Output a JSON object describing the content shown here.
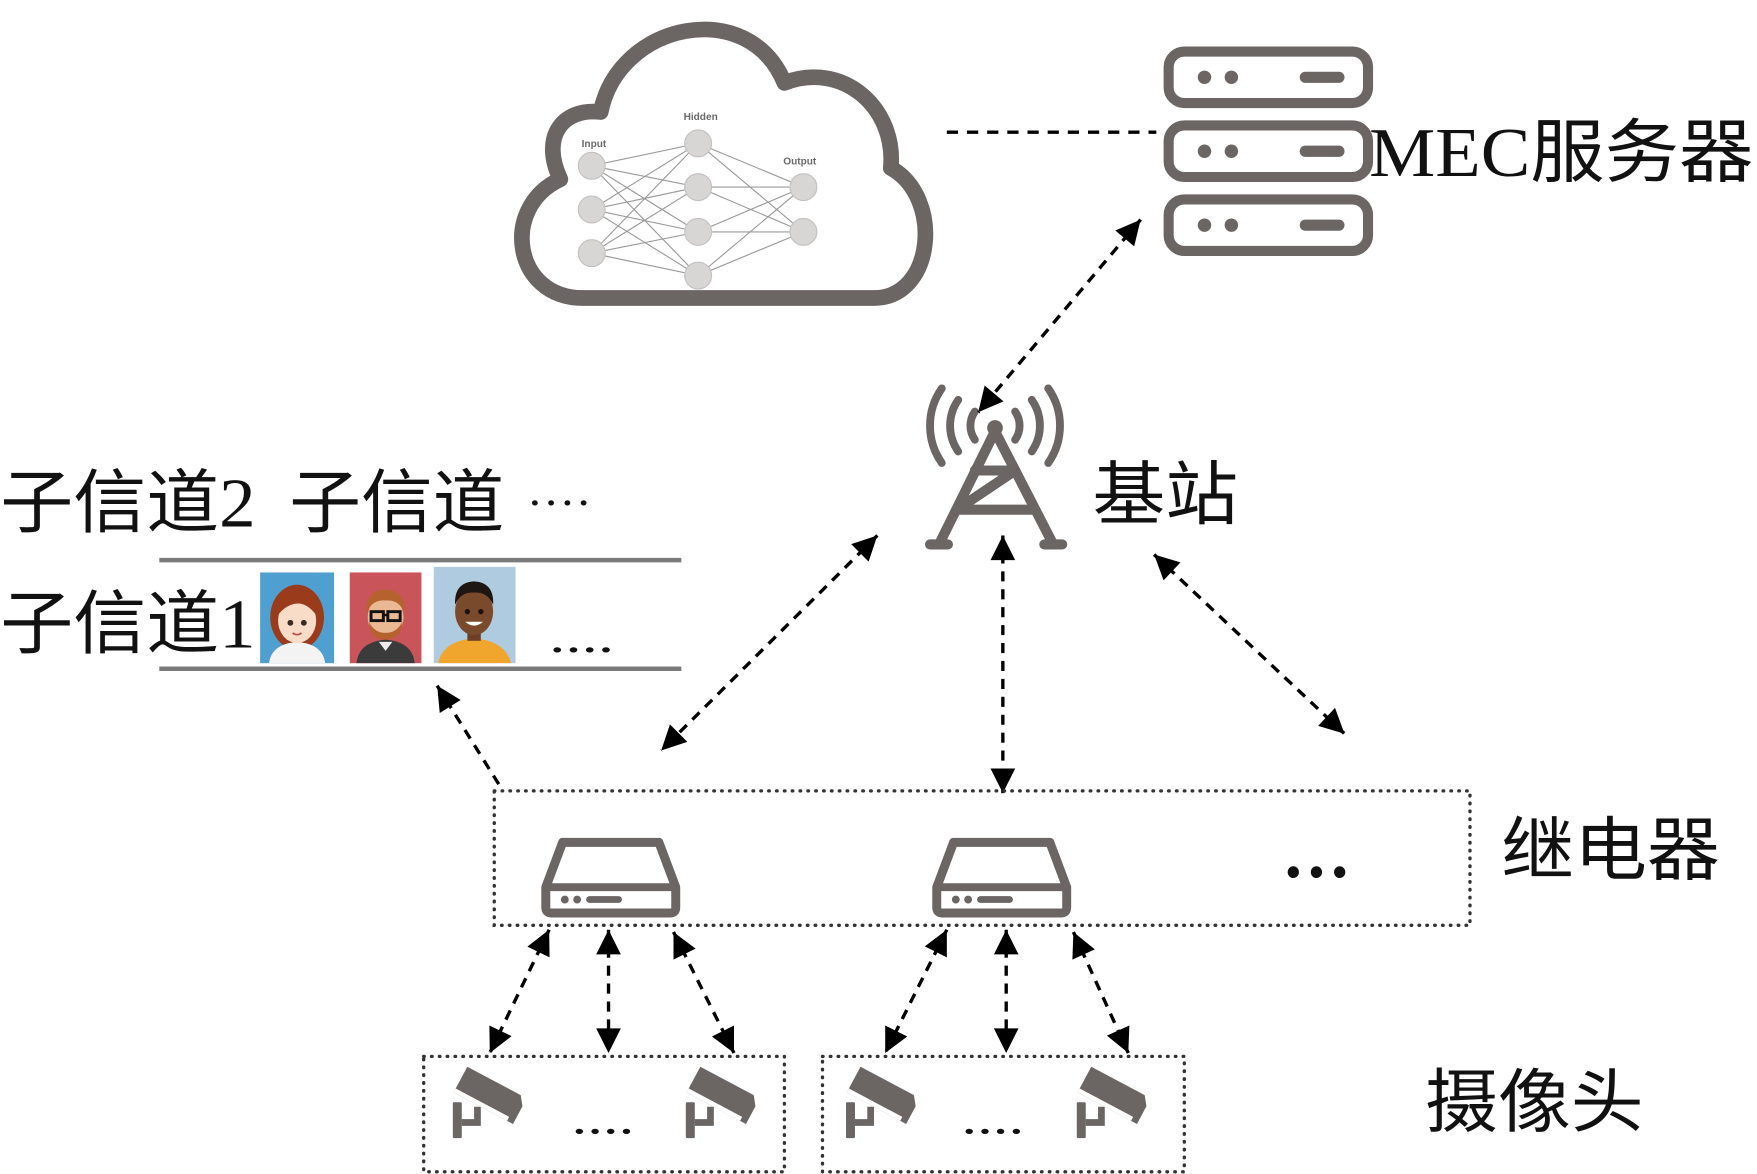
{
  "cloud": {
    "nn_labels": {
      "input": "Input",
      "hidden": "Hidden",
      "output": "Output"
    }
  },
  "server": {
    "label": "MEC服务器"
  },
  "base_station": {
    "label": "基站"
  },
  "subchannels": {
    "row2_label": "子信道2",
    "row2_next": "子信道",
    "row2_more": "····",
    "row1_label": "子信道1",
    "row1_more": "...."
  },
  "relay": {
    "label": "继电器",
    "more": "···"
  },
  "cameras": {
    "label": "摄像头",
    "group1_more": "....",
    "group2_more": "...."
  },
  "colors": {
    "icon": "#6b6563",
    "nn_node": "#d8d5d5",
    "nn_edge": "#9a9a9a"
  }
}
